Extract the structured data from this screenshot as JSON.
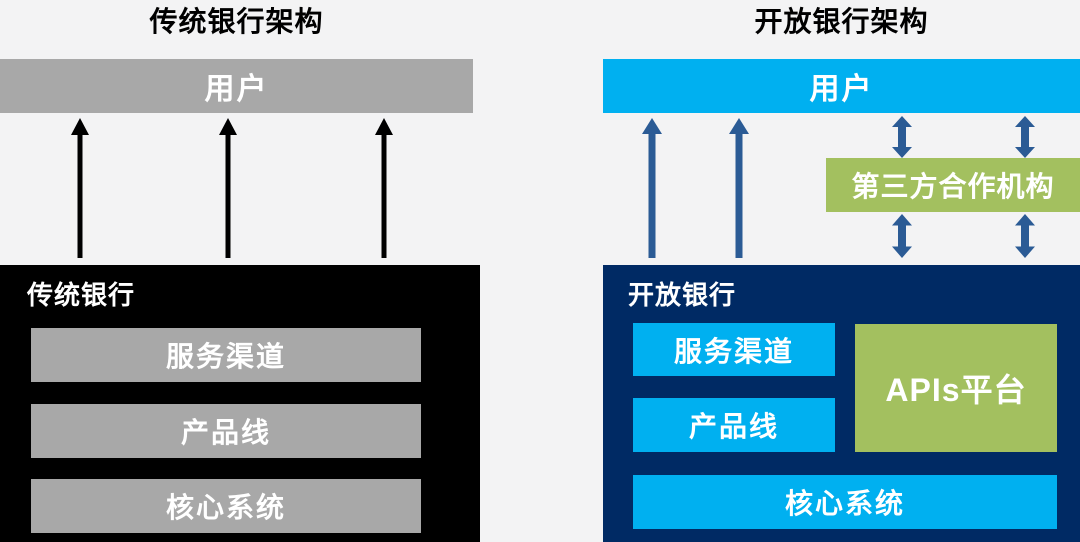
{
  "colors": {
    "background": "#f3f3f4",
    "gray": "#a8a8a8",
    "black": "#000000",
    "cyan": "#00b0f0",
    "navy": "#002a64",
    "green": "#a3c05f",
    "arrow_blue": "#2b5b95",
    "white": "#ffffff",
    "title_text": "#000000"
  },
  "left": {
    "title": "传统银行架构",
    "user_bar": "用户",
    "bank_label": "传统银行",
    "layers": [
      "服务渠道",
      "产品线",
      "核心系统"
    ]
  },
  "right": {
    "title": "开放银行架构",
    "user_bar": "用户",
    "third_party": "第三方合作机构",
    "bank_label": "开放银行",
    "layers_left": [
      "服务渠道",
      "产品线"
    ],
    "apis_platform": "APIs平台",
    "core": "核心系统"
  }
}
